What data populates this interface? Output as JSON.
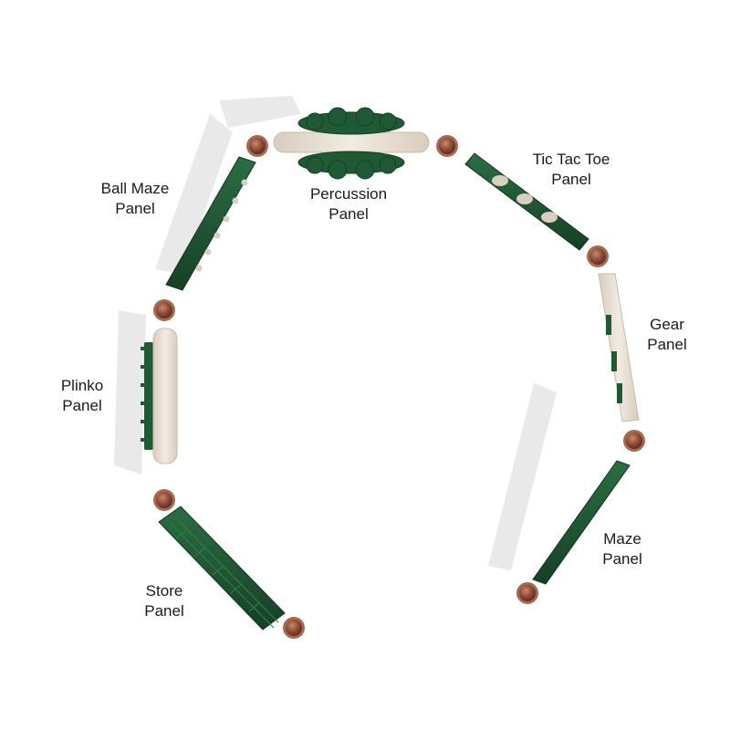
{
  "colors": {
    "panel_green": "#1f5a34",
    "panel_green_dark": "#163f25",
    "panel_tan": "#e6ddd0",
    "post_brown": "#8b4a36",
    "post_ring": "#b07a5c",
    "shadow": "#dcdcdc"
  },
  "panels": [
    {
      "id": "store",
      "lines": [
        "Store",
        "Panel"
      ]
    },
    {
      "id": "plinko",
      "lines": [
        "Plinko",
        "Panel"
      ]
    },
    {
      "id": "ball-maze",
      "lines": [
        "Ball Maze",
        "Panel"
      ]
    },
    {
      "id": "percussion",
      "lines": [
        "Percussion",
        "Panel"
      ]
    },
    {
      "id": "tic-tac-toe",
      "lines": [
        "Tic Tac Toe",
        "Panel"
      ]
    },
    {
      "id": "gear",
      "lines": [
        "Gear",
        "Panel"
      ]
    },
    {
      "id": "maze",
      "lines": [
        "Maze",
        "Panel"
      ]
    }
  ]
}
